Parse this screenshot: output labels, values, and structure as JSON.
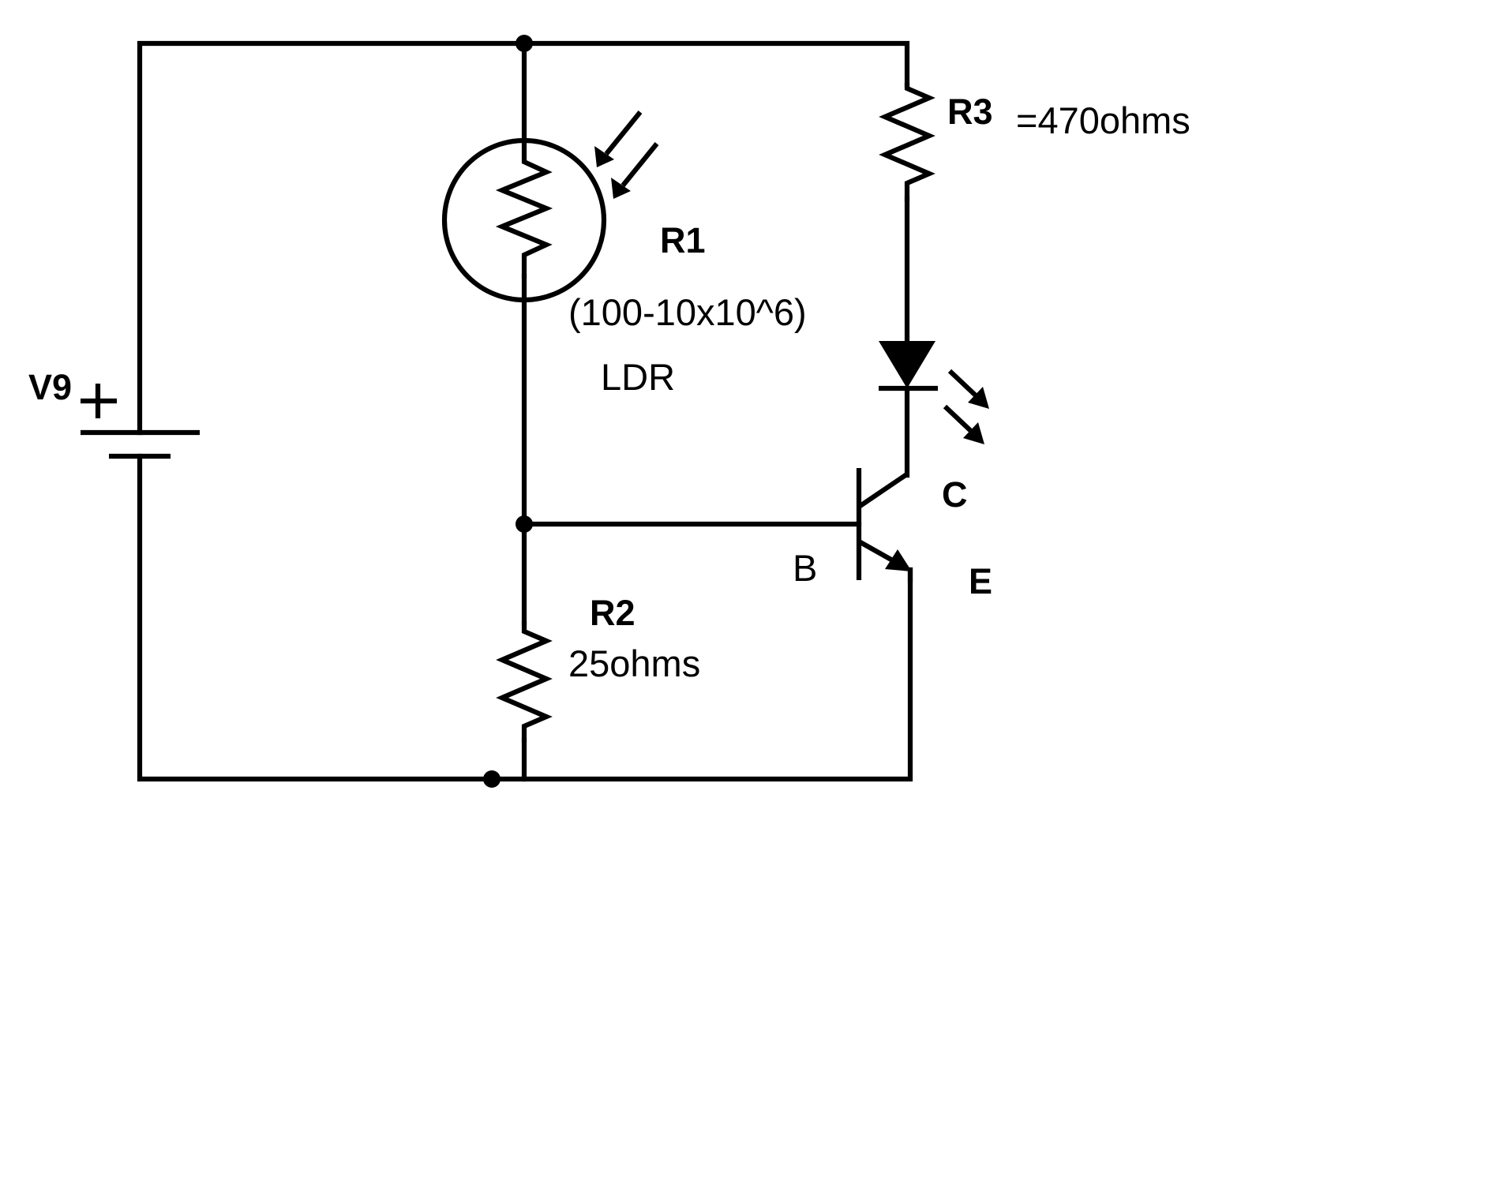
{
  "components": {
    "battery": {
      "name": "V9",
      "polarity": "+"
    },
    "ldr": {
      "name": "R1",
      "value": "(100-10x10^6)",
      "type": "LDR"
    },
    "r2": {
      "name": "R2",
      "value": "25ohms"
    },
    "r3": {
      "name": "R3",
      "value": "=470ohms"
    },
    "transistor": {
      "collector": "C",
      "base": "B",
      "emitter": "E"
    },
    "led": {
      "icon": "led-icon"
    }
  },
  "colors": {
    "ink": "#000000",
    "background": "#ffffff"
  }
}
